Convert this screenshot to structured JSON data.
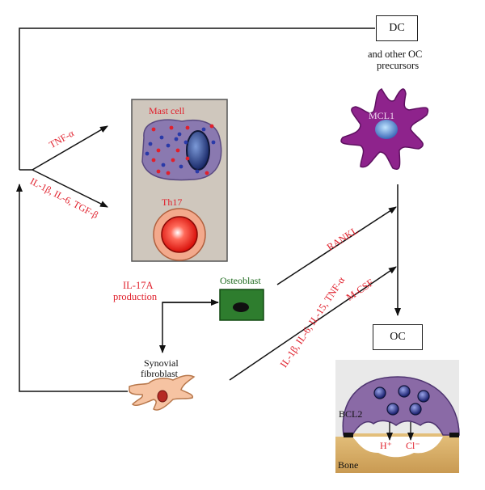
{
  "nodes": {
    "dc_box": "DC",
    "dc_caption_line1": "and other OC",
    "dc_caption_line2": "precursors",
    "mcl1": "MCL1",
    "mast_cell": "Mast cell",
    "th17": "Th17",
    "osteoblast": "Osteoblast",
    "synovial_line1": "Synovial",
    "synovial_line2": "fibroblast",
    "oc_box": "OC",
    "bcl2": "BCL2",
    "h_ion": "H⁺",
    "cl_ion": "Cl⁻",
    "bone": "Bone"
  },
  "edges": {
    "tnf_alpha": "TNF-α",
    "il_tgf": "IL-1β, IL-6, TGF-β",
    "il17a_line1": "IL-17A",
    "il17a_line2": "production",
    "rankl": "RANKL",
    "mcsf": "M-CSF",
    "il_mix": "IL-1β, IL-6, IL-15, TNF-α"
  },
  "colors": {
    "cytokine_text": "#e0202c",
    "mast_cell_body": "#8a79b0",
    "mcl1_cell": "#8e238c",
    "osteoblast": "#2e7d2e",
    "osteoclast": "#8a6aa6",
    "bone": "#d8b06a",
    "panel_bg": "#cfc7bd"
  }
}
